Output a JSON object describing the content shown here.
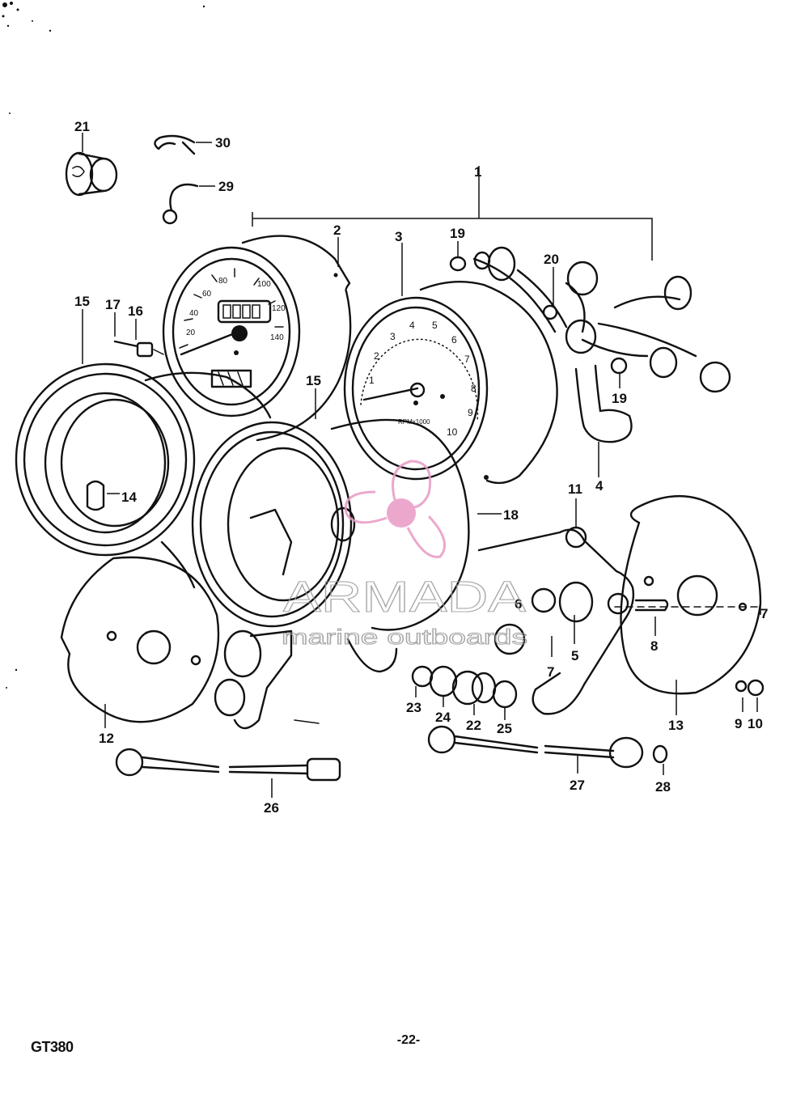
{
  "footer": {
    "model": "GT380",
    "page": "-22-"
  },
  "watermark": {
    "brand": "ARMADA",
    "tagline": "marine outboards",
    "logo_color": "#e899c4",
    "text_color": "#9a9a9a"
  },
  "gauge_text": {
    "tacho_numbers": [
      "1",
      "2",
      "3",
      "4",
      "5",
      "6",
      "7",
      "8",
      "9",
      "10"
    ],
    "tacho_unit": "RPMx1000",
    "speedo_numbers": [
      "20",
      "40",
      "60",
      "80",
      "100",
      "120",
      "140"
    ]
  },
  "callouts": [
    "1",
    "2",
    "3",
    "4",
    "5",
    "6",
    "7",
    "7",
    "8",
    "9",
    "10",
    "11",
    "12",
    "13",
    "14",
    "15",
    "15",
    "16",
    "17",
    "18",
    "19",
    "19",
    "20",
    "21",
    "22",
    "23",
    "24",
    "25",
    "26",
    "27",
    "28",
    "29",
    "30"
  ]
}
